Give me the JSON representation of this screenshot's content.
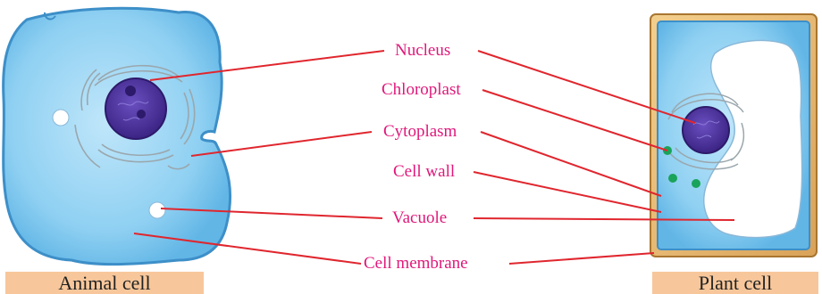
{
  "labels": {
    "nucleus": "Nucleus",
    "chloroplast": "Chloroplast",
    "cytoplasm": "Cytoplasm",
    "cell_wall": "Cell wall",
    "vacuole": "Vacuole",
    "cell_membrane": "Cell membrane"
  },
  "captions": {
    "animal": "Animal cell",
    "plant": "Plant cell"
  },
  "colors": {
    "label_text": "#e0187a",
    "leader_line": "#e0262e",
    "cytoplasm_fill": "#7cc4ec",
    "cell_membrane": "#3d8fc8",
    "nucleus_fill": "#4a2f99",
    "chloroplast": "#1aa35a",
    "cell_wall": "#d7a35a",
    "caption_background": "#f7c79b"
  }
}
